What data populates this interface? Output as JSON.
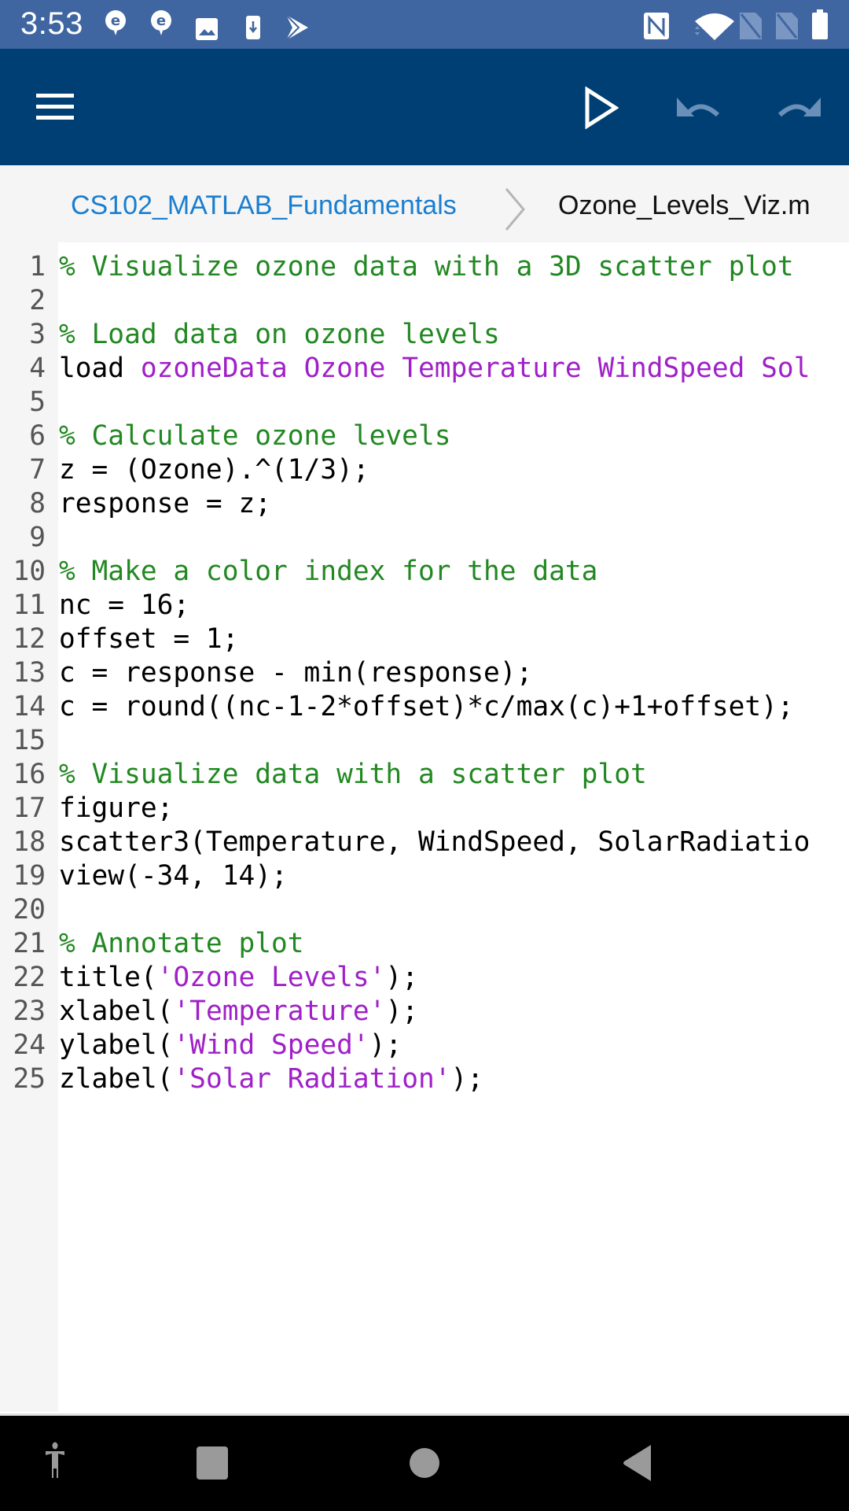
{
  "status_bar": {
    "time": "3:53",
    "left_icons": [
      "notification-e-icon",
      "notification-e-icon",
      "image-icon",
      "download-icon",
      "play-store-icon"
    ],
    "right_icons": [
      "nfc-icon",
      "wifi-icon",
      "no-sim-icon",
      "no-sim-icon",
      "battery-icon"
    ],
    "background": "#3f66a0"
  },
  "app_bar": {
    "background": "#003f74",
    "menu_icon": "hamburger-menu-icon",
    "run_icon": "run-play-icon",
    "undo_icon": "undo-icon",
    "redo_icon": "redo-icon"
  },
  "breadcrumb": {
    "parent": "CS102_MATLAB_Fundamentals",
    "separator": "chevron-right-icon",
    "current": "Ozone_Levels_Viz.m",
    "parent_color": "#1a7ed0"
  },
  "editor": {
    "colors": {
      "comment": "#228822",
      "string": "#a020c8",
      "plain": "#000000",
      "line_number": "#555555"
    },
    "lines": [
      {
        "num": "1",
        "segments": [
          {
            "t": "% Visualize ozone data with a 3D scatter plot",
            "k": "comment"
          }
        ]
      },
      {
        "num": "2",
        "segments": []
      },
      {
        "num": "3",
        "segments": [
          {
            "t": "% Load data on ozone levels",
            "k": "comment"
          }
        ]
      },
      {
        "num": "4",
        "segments": [
          {
            "t": "load ",
            "k": "plain"
          },
          {
            "t": "ozoneData Ozone Temperature WindSpeed Sol",
            "k": "string"
          }
        ]
      },
      {
        "num": "5",
        "segments": []
      },
      {
        "num": "6",
        "segments": [
          {
            "t": "% Calculate ozone levels",
            "k": "comment"
          }
        ]
      },
      {
        "num": "7",
        "segments": [
          {
            "t": "z = (Ozone).^(1/3);",
            "k": "plain"
          }
        ]
      },
      {
        "num": "8",
        "segments": [
          {
            "t": "response = z;",
            "k": "plain"
          }
        ]
      },
      {
        "num": "9",
        "segments": []
      },
      {
        "num": "10",
        "segments": [
          {
            "t": "% Make a color index for the data",
            "k": "comment"
          }
        ]
      },
      {
        "num": "11",
        "segments": [
          {
            "t": "nc = 16;",
            "k": "plain"
          }
        ]
      },
      {
        "num": "12",
        "segments": [
          {
            "t": "offset = 1;",
            "k": "plain"
          }
        ]
      },
      {
        "num": "13",
        "segments": [
          {
            "t": "c = response - min(response);",
            "k": "plain"
          }
        ]
      },
      {
        "num": "14",
        "segments": [
          {
            "t": "c = round((nc-1-2*offset)*c/max(c)+1+offset);",
            "k": "plain"
          }
        ]
      },
      {
        "num": "15",
        "segments": []
      },
      {
        "num": "16",
        "segments": [
          {
            "t": "% Visualize data with a scatter plot",
            "k": "comment"
          }
        ]
      },
      {
        "num": "17",
        "segments": [
          {
            "t": "figure;",
            "k": "plain"
          }
        ]
      },
      {
        "num": "18",
        "segments": [
          {
            "t": "scatter3(Temperature, WindSpeed, SolarRadiatio",
            "k": "plain"
          }
        ]
      },
      {
        "num": "19",
        "segments": [
          {
            "t": "view(-34, 14);",
            "k": "plain"
          }
        ]
      },
      {
        "num": "20",
        "segments": []
      },
      {
        "num": "21",
        "segments": [
          {
            "t": "% Annotate plot",
            "k": "comment"
          }
        ]
      },
      {
        "num": "22",
        "segments": [
          {
            "t": "title(",
            "k": "plain"
          },
          {
            "t": "'Ozone Levels'",
            "k": "string"
          },
          {
            "t": ");",
            "k": "plain"
          }
        ]
      },
      {
        "num": "23",
        "segments": [
          {
            "t": "xlabel(",
            "k": "plain"
          },
          {
            "t": "'Temperature'",
            "k": "string"
          },
          {
            "t": ");",
            "k": "plain"
          }
        ]
      },
      {
        "num": "24",
        "segments": [
          {
            "t": "ylabel(",
            "k": "plain"
          },
          {
            "t": "'Wind Speed'",
            "k": "string"
          },
          {
            "t": ");",
            "k": "plain"
          }
        ]
      },
      {
        "num": "25",
        "segments": [
          {
            "t": "zlabel(",
            "k": "plain"
          },
          {
            "t": "'Solar Radiation'",
            "k": "string"
          },
          {
            "t": ");",
            "k": "plain"
          }
        ]
      }
    ]
  },
  "nav_bar": {
    "icons": [
      "accessibility-icon",
      "recents-square-icon",
      "home-circle-icon",
      "back-triangle-icon"
    ]
  }
}
